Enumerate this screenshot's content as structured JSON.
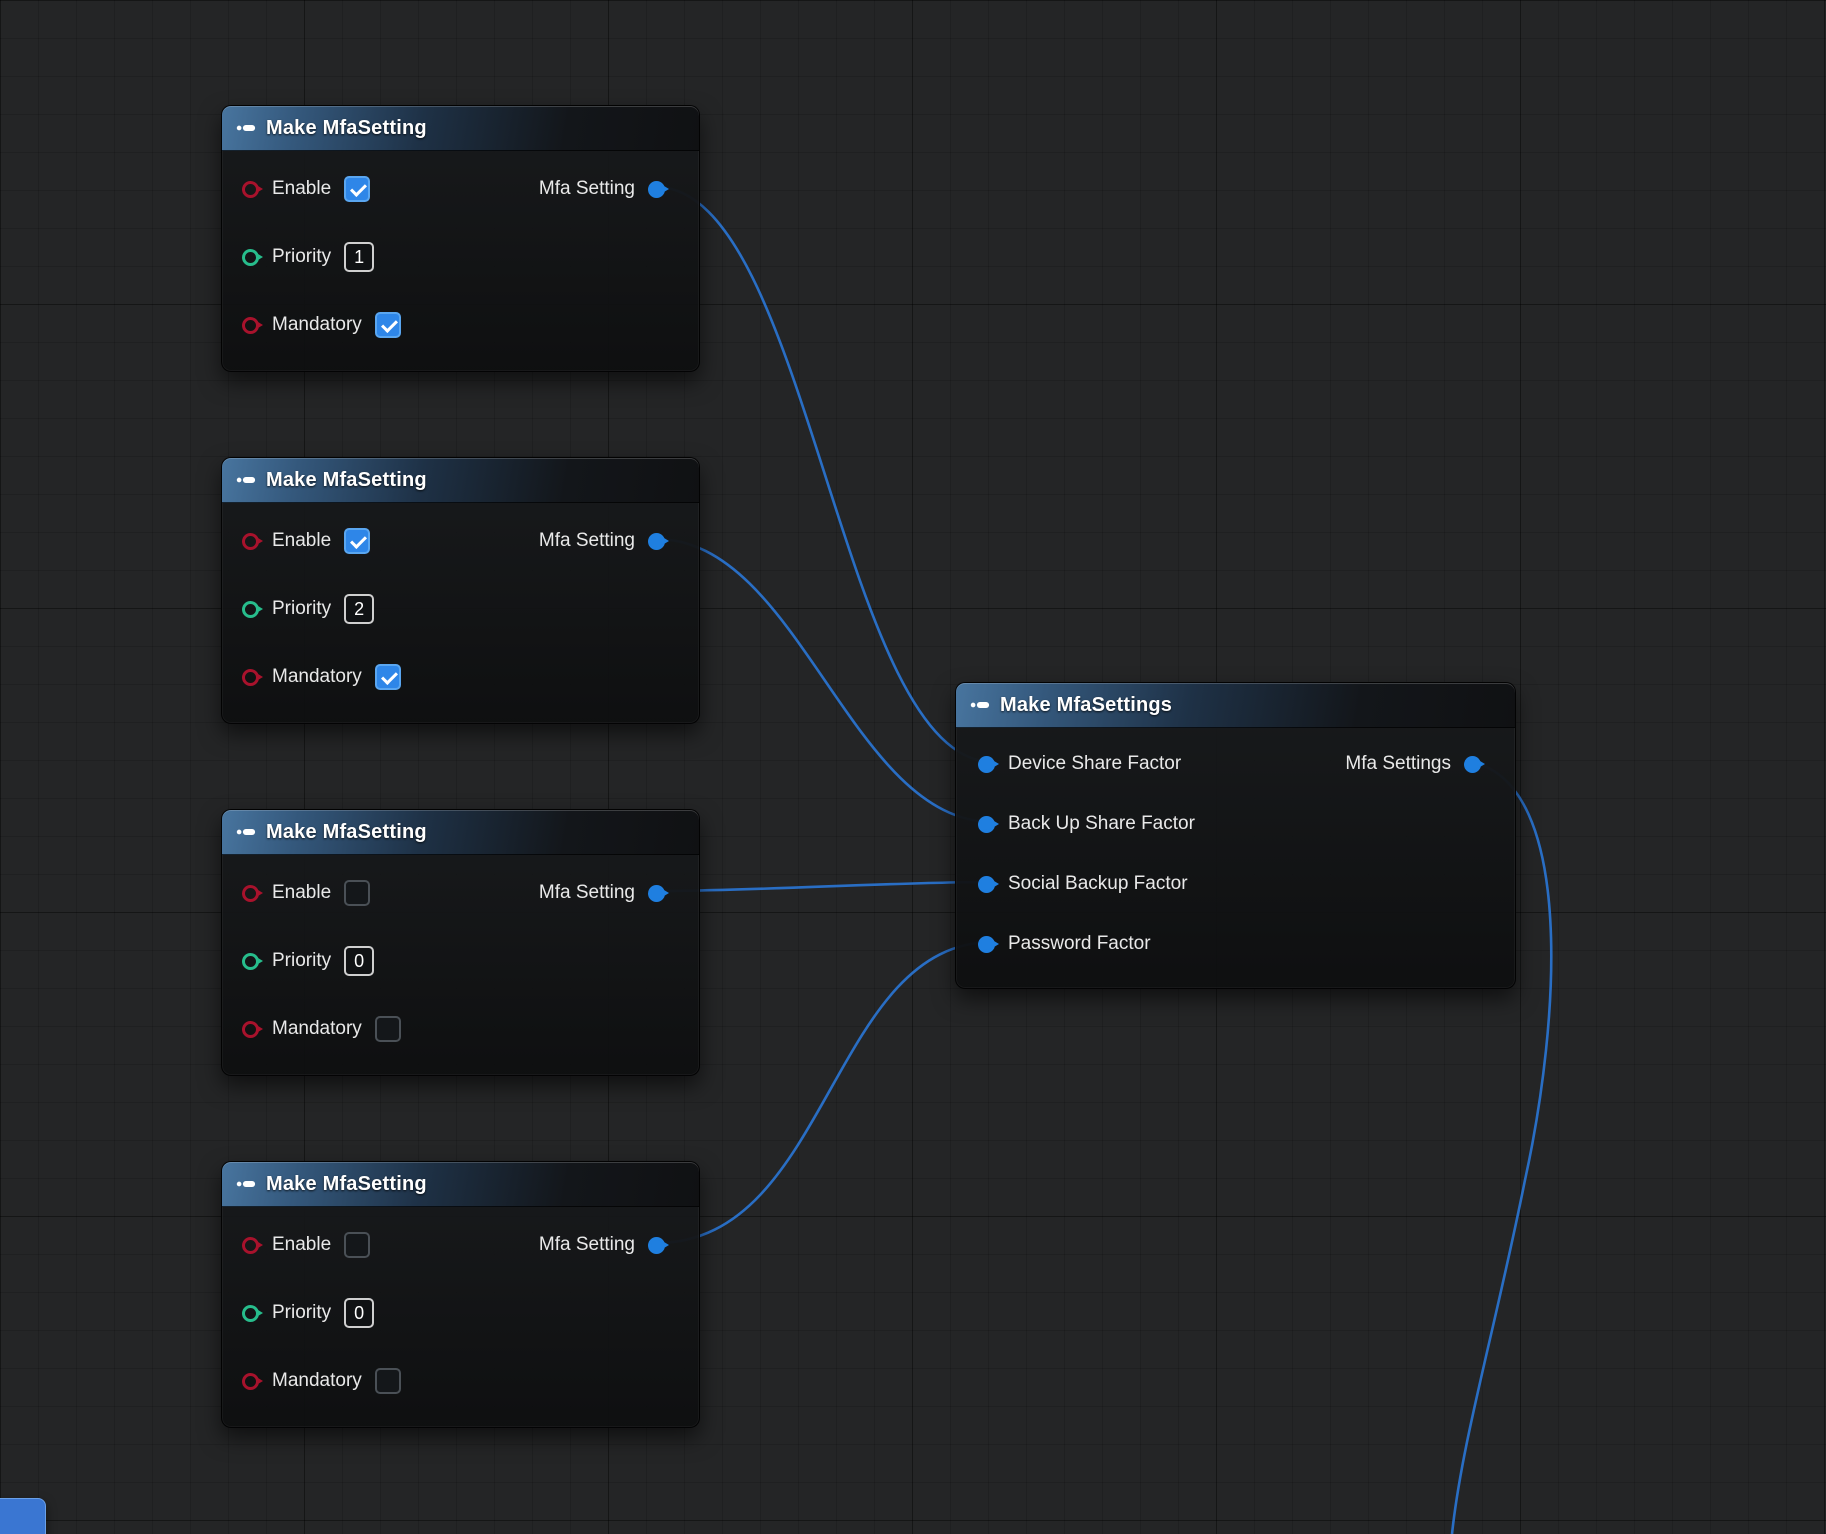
{
  "colors": {
    "wire": "#2a72cc",
    "bool_pin": "#a8122c",
    "int_pin": "#27bd8c",
    "struct_pin": "#1f7fe0",
    "checkbox_checked": "#2e86e8"
  },
  "make_setting": {
    "title": "Make MfaSetting",
    "labels": {
      "enable": "Enable",
      "priority": "Priority",
      "mandatory": "Mandatory"
    },
    "output_label": "Mfa Setting",
    "instances": [
      {
        "enable": true,
        "priority": "1",
        "mandatory": true
      },
      {
        "enable": true,
        "priority": "2",
        "mandatory": true
      },
      {
        "enable": false,
        "priority": "0",
        "mandatory": false
      },
      {
        "enable": false,
        "priority": "0",
        "mandatory": false
      }
    ]
  },
  "make_settings": {
    "title": "Make MfaSettings",
    "inputs": [
      "Device Share Factor",
      "Back Up Share Factor",
      "Social Backup Factor",
      "Password Factor"
    ],
    "output_label": "Mfa Settings"
  }
}
